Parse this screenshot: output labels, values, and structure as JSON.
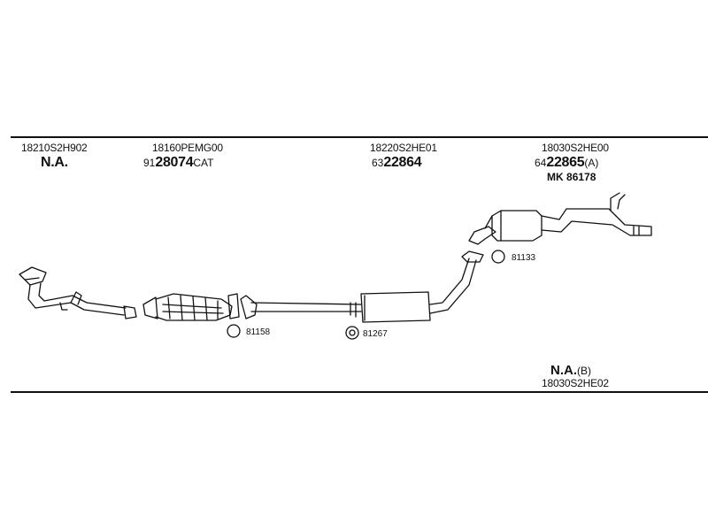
{
  "parts": [
    {
      "oem": "18210S2H902",
      "code_main": "N.A."
    },
    {
      "oem": "18160PEMG00",
      "code_prefix": "91",
      "code_main": "28074",
      "code_suffix": "CAT"
    },
    {
      "oem": "18220S2HE01",
      "code_prefix": "63",
      "code_main": "22864"
    },
    {
      "oem": "18030S2HE00",
      "code_prefix": "64",
      "code_main": "22865",
      "code_suffix": "(A)",
      "extra_prefix": "MK",
      "extra_code": "86178"
    }
  ],
  "gaskets": [
    "81158",
    "81267",
    "81133"
  ],
  "alternative": {
    "code_main": "N.A.",
    "code_suffix": "(B)",
    "oem": "18030S2HE02"
  }
}
